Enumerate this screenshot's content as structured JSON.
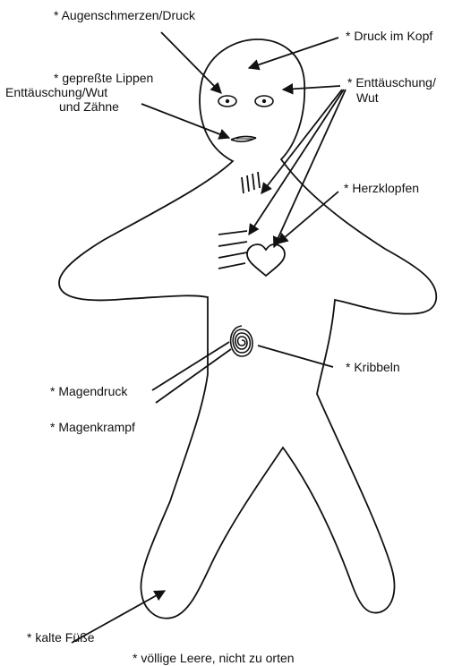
{
  "labels": {
    "augenschmerzen": "* Augenschmerzen/Druck",
    "druck_kopf": "* Druck im Kopf",
    "lippen_1": "* gepreßte Lippen",
    "lippen_2": "Enttäuschung/Wut",
    "lippen_3": "und Zähne",
    "enttaeuschung_1": "* Enttäuschung/",
    "enttaeuschung_2": "Wut",
    "herzklopfen": "* Herzklopfen",
    "kribbeln": "* Kribbeln",
    "magendruck": "* Magendruck",
    "magenkrampf": "* Magenkrampf",
    "kalte_fuesse": "* kalte Füße",
    "leere": "* völlige Leere, nicht zu orten"
  },
  "colors": {
    "ink": "#111111",
    "paper": "#ffffff"
  }
}
